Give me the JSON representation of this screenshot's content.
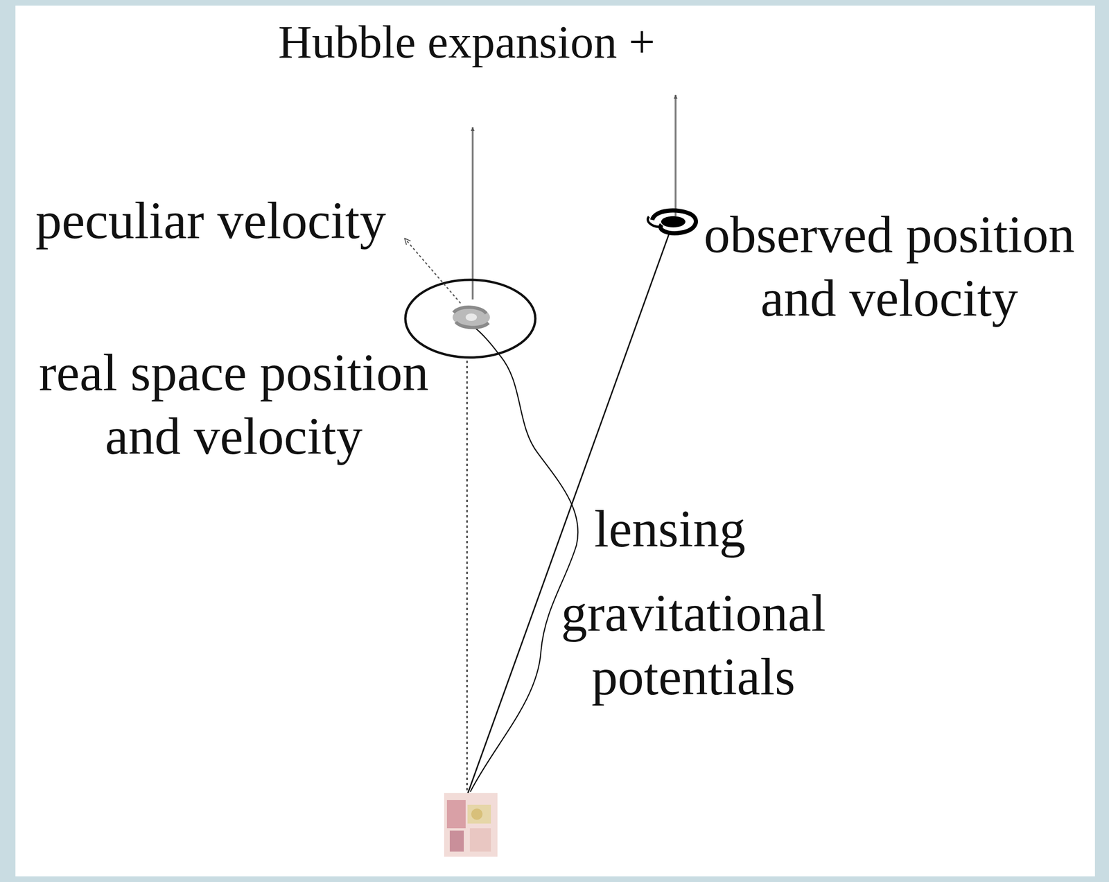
{
  "diagram": {
    "labels": [
      "Hubble expansion +",
      "peculiar velocity",
      "observed position and velocity",
      "real space position and velocity",
      "lensing",
      "gravitational potentials"
    ]
  }
}
